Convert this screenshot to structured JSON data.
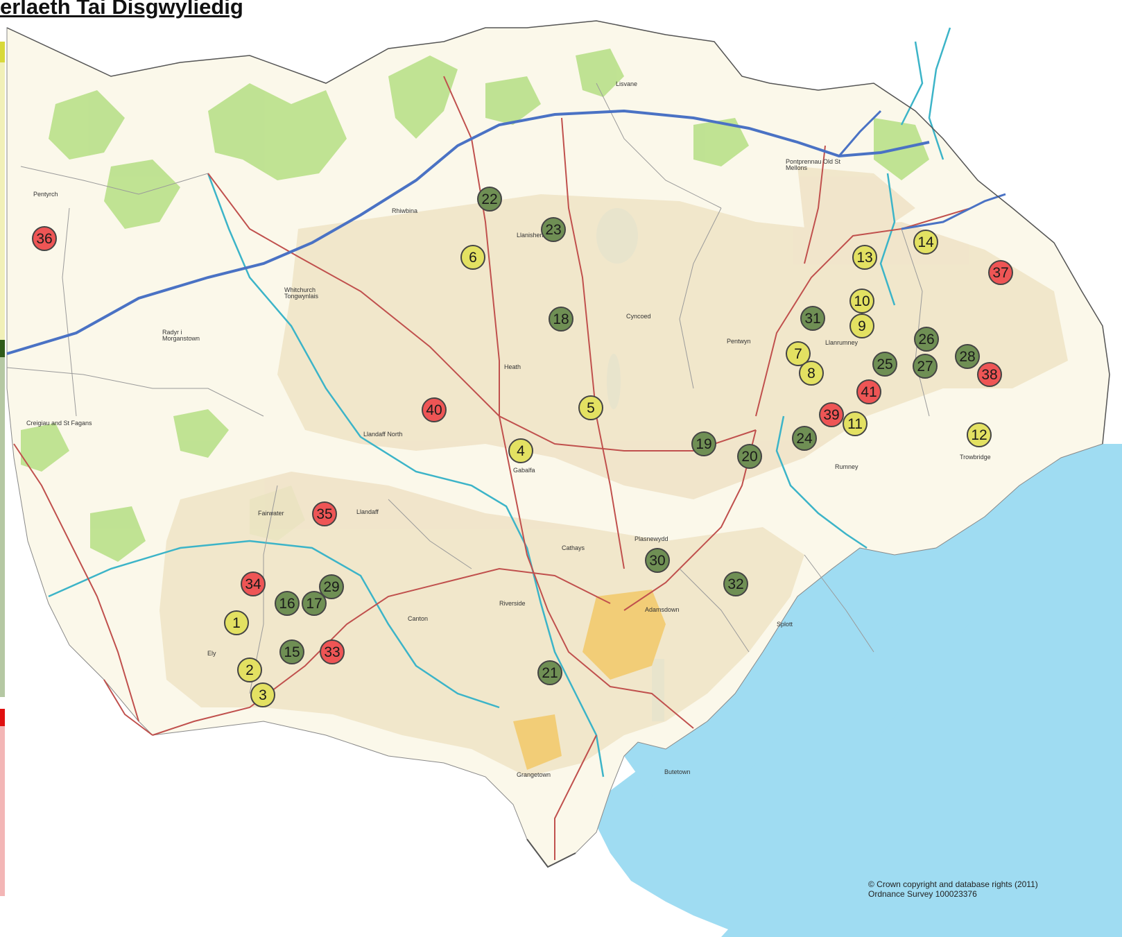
{
  "title": "erlaeth Tai Disgwyliedig",
  "colors": {
    "sea": "#9fdcf2",
    "land": "#fbf8ea",
    "woodland": "#b9e08a",
    "motorway": "#4a72c4",
    "a_road": "#c0504d",
    "river": "#3cb4c8",
    "marker_yellow": "#e3e162",
    "marker_green": "#6f8f54",
    "marker_red": "#ee5555"
  },
  "places": [
    {
      "name": "Pentyrch"
    },
    {
      "name": "Radyr i Morganstown"
    },
    {
      "name": "Creigiau and St Fagans"
    },
    {
      "name": "Whitchurch Tongwynlais"
    },
    {
      "name": "Rhiwbina"
    },
    {
      "name": "Llanishen"
    },
    {
      "name": "Lisvane"
    },
    {
      "name": "Pontprennau Old St Mellons"
    },
    {
      "name": "Cyncoed"
    },
    {
      "name": "Pentwyn"
    },
    {
      "name": "Llanrumney"
    },
    {
      "name": "Heath"
    },
    {
      "name": "Llandaff North"
    },
    {
      "name": "Gabalfa"
    },
    {
      "name": "Rumney"
    },
    {
      "name": "Trowbridge"
    },
    {
      "name": "Fairwater"
    },
    {
      "name": "Llandaff"
    },
    {
      "name": "Cathays"
    },
    {
      "name": "Plasnewydd"
    },
    {
      "name": "Canton"
    },
    {
      "name": "Riverside"
    },
    {
      "name": "Ely"
    },
    {
      "name": "Adamsdown"
    },
    {
      "name": "Splott"
    },
    {
      "name": "Grangetown"
    },
    {
      "name": "Butetown"
    }
  ],
  "markers": [
    {
      "label": "1",
      "status": "yellow"
    },
    {
      "label": "2",
      "status": "yellow"
    },
    {
      "label": "3",
      "status": "yellow"
    },
    {
      "label": "4",
      "status": "yellow"
    },
    {
      "label": "5",
      "status": "yellow"
    },
    {
      "label": "6",
      "status": "yellow"
    },
    {
      "label": "7",
      "status": "yellow"
    },
    {
      "label": "8",
      "status": "yellow"
    },
    {
      "label": "9",
      "status": "yellow"
    },
    {
      "label": "10",
      "status": "yellow"
    },
    {
      "label": "11",
      "status": "yellow"
    },
    {
      "label": "12",
      "status": "yellow"
    },
    {
      "label": "13",
      "status": "yellow"
    },
    {
      "label": "14",
      "status": "yellow"
    },
    {
      "label": "15",
      "status": "green"
    },
    {
      "label": "16",
      "status": "green"
    },
    {
      "label": "17",
      "status": "green"
    },
    {
      "label": "18",
      "status": "green"
    },
    {
      "label": "19",
      "status": "green"
    },
    {
      "label": "20",
      "status": "green"
    },
    {
      "label": "21",
      "status": "green"
    },
    {
      "label": "22",
      "status": "green"
    },
    {
      "label": "23",
      "status": "green"
    },
    {
      "label": "24",
      "status": "green"
    },
    {
      "label": "25",
      "status": "green"
    },
    {
      "label": "26",
      "status": "green"
    },
    {
      "label": "27",
      "status": "green"
    },
    {
      "label": "28",
      "status": "green"
    },
    {
      "label": "29",
      "status": "green"
    },
    {
      "label": "30",
      "status": "green"
    },
    {
      "label": "31",
      "status": "green"
    },
    {
      "label": "32",
      "status": "green"
    },
    {
      "label": "33",
      "status": "red"
    },
    {
      "label": "34",
      "status": "red"
    },
    {
      "label": "35",
      "status": "red"
    },
    {
      "label": "36",
      "status": "red"
    },
    {
      "label": "37",
      "status": "red"
    },
    {
      "label": "38",
      "status": "red"
    },
    {
      "label": "39",
      "status": "red"
    },
    {
      "label": "40",
      "status": "red"
    },
    {
      "label": "41",
      "status": "red"
    }
  ],
  "copyright": {
    "line1": "© Crown copyright and database rights (2011)",
    "line2": "Ordnance Survey 100023376"
  }
}
